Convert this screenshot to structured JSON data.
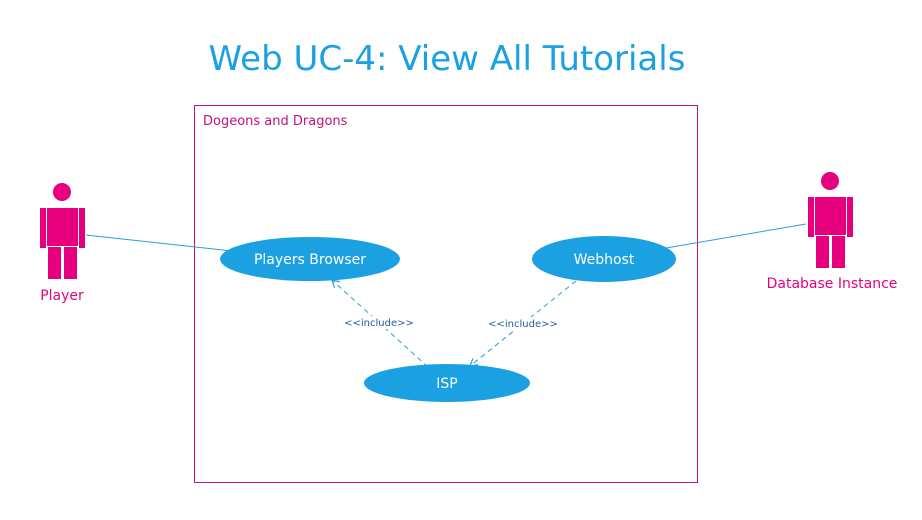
{
  "title": "Web UC-4: View All Tutorials",
  "system": {
    "name": "Dogeons and Dragons"
  },
  "actors": {
    "player": {
      "label": "Player"
    },
    "database": {
      "label": "Database Instance"
    }
  },
  "use_cases": {
    "players_browser": {
      "label": "Players Browser"
    },
    "webhost": {
      "label": "Webhost"
    },
    "isp": {
      "label": "ISP"
    }
  },
  "relationships": {
    "include_left": {
      "label": "<<include>>"
    },
    "include_right": {
      "label": "<<include>>"
    }
  },
  "colors": {
    "title": "#1ba1e2",
    "actor": "#e6007e",
    "system_border": "#c0117e",
    "usecase_fill": "#1ba1e2",
    "usecase_text": "#ffffff",
    "line": "#2a9fd8",
    "include_text": "#1f5fa0"
  }
}
